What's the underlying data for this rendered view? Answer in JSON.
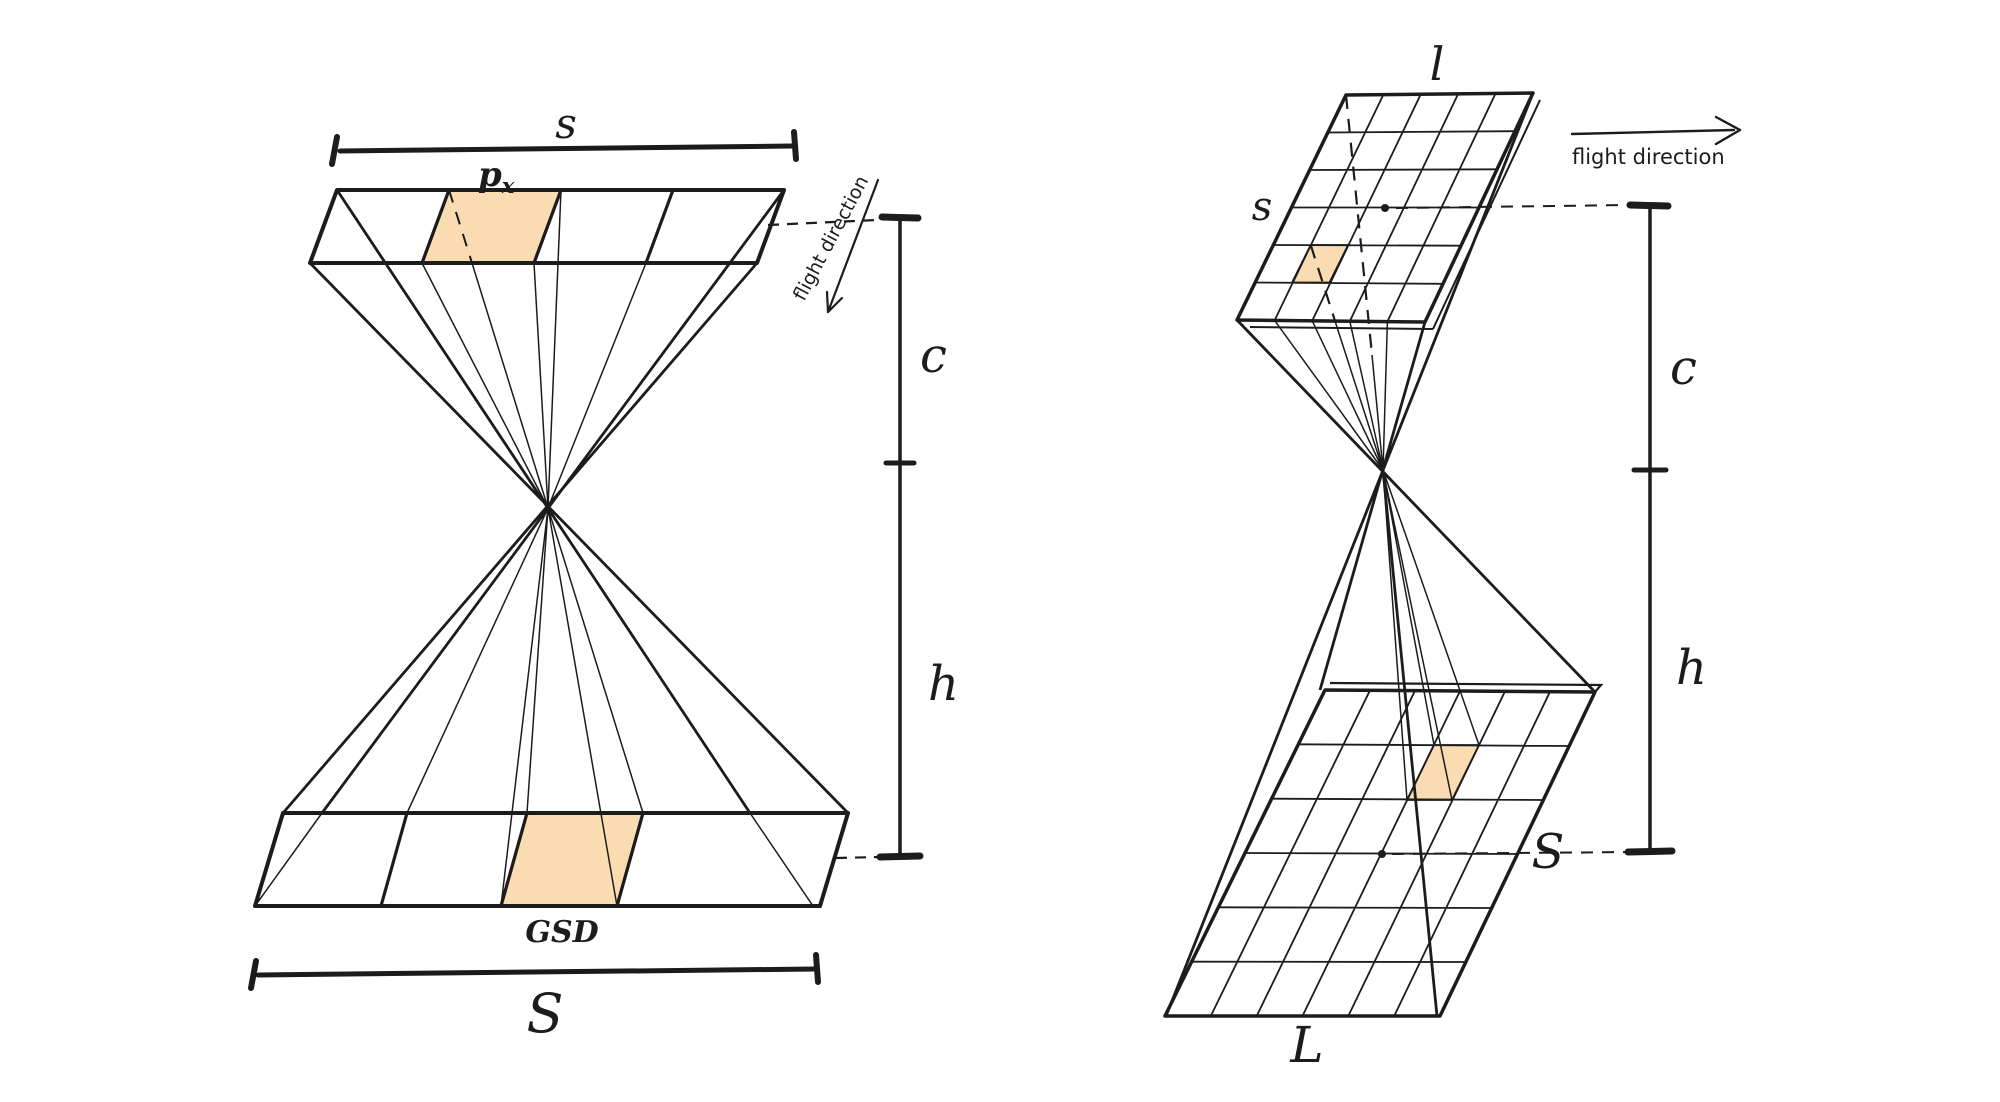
{
  "colors": {
    "background": "#ffffff",
    "ink": "#1c1c1c",
    "highlight": "#fbdcb2"
  },
  "left_diagram": {
    "sensor_width_label": "s",
    "pixel_label_base": "p",
    "pixel_label_sub": "x",
    "flight_direction_label": "flight direction",
    "focal_length_label": "c",
    "flight_height_label": "h",
    "gsd_label": "GSD",
    "ground_width_label": "S"
  },
  "right_diagram": {
    "image_length_label": "l",
    "image_width_label": "s",
    "flight_direction_label": "flight direction",
    "focal_length_label": "c",
    "flight_height_label": "h",
    "ground_width_label": "S",
    "ground_length_label": "L"
  }
}
